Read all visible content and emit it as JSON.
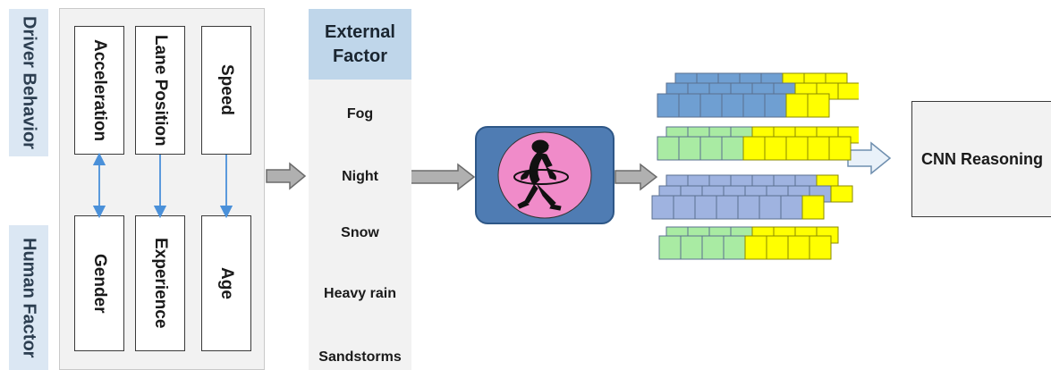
{
  "side_labels": {
    "driver_behavior": "Driver Behavior",
    "human_factor": "Human Factor"
  },
  "driver_behavior": [
    "Acceleration",
    "Lane Position",
    "Speed"
  ],
  "human_factor": [
    "Gender",
    "Experience",
    "Age"
  ],
  "external_factor": {
    "title_line1": "External",
    "title_line2": "Factor",
    "items": [
      "Fog",
      "Night",
      "Snow",
      "Heavy rain",
      "Sandstorms"
    ]
  },
  "cnn_label": "CNN Reasoning",
  "colors": {
    "side_label_bg": "#dbe7f3",
    "panel_bg": "#f2f2f2",
    "header_bg": "#bfd6ea",
    "center_box": "#4f7cb3",
    "pink_circle": "#f08bc9",
    "block_blue": "#6f9fd2",
    "block_lavender": "#9fb3e0",
    "block_green": "#a9eba3",
    "block_yellow": "#ffff00",
    "connector": "#4a90d9"
  },
  "icons": {
    "figure": "hula-hoop-person-icon",
    "arrow": "gray-right-arrow-icon",
    "hollow_arrow": "hollow-right-arrow-icon"
  }
}
